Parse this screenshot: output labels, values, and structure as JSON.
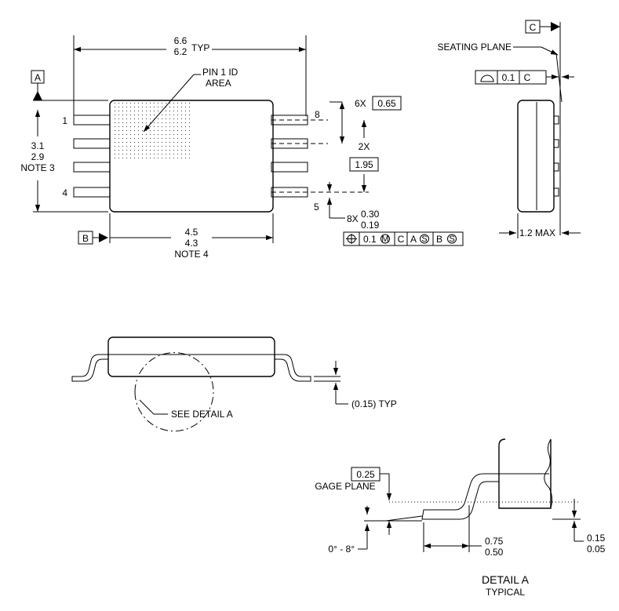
{
  "top_view": {
    "width_max": "6.6",
    "width_min": "6.2",
    "width_suffix": "TYP",
    "datum_a": "A",
    "datum_b": "B",
    "pin1_area_line1": "PIN 1 ID",
    "pin1_area_line2": "AREA",
    "pin_1": "1",
    "pin_4": "4",
    "pin_5": "5",
    "pin_8": "8",
    "length_max": "3.1",
    "length_min": "2.9",
    "length_note": "NOTE 3",
    "body_width_max": "4.5",
    "body_width_min": "4.3",
    "body_width_note": "NOTE 4",
    "pitch_count": "6X",
    "pitch_value": "0.65",
    "span_count": "2X",
    "span_value": "1.95",
    "lead_count": "8X",
    "lead_width_max": "0.30",
    "lead_width_min": "0.19",
    "fcf_tolerance": "0.1",
    "fcf_datum_c": "C",
    "fcf_datum_a": "A",
    "fcf_datum_b": "B"
  },
  "side_view": {
    "datum_c": "C",
    "seating_plane": "SEATING PLANE",
    "flatness_value": "0.1",
    "flatness_datum": "C",
    "height_label": "1.2 MAX"
  },
  "front_view": {
    "lead_thickness": "(0.15) TYP",
    "detail_callout": "SEE DETAIL A"
  },
  "detail_a": {
    "gage_value": "0.25",
    "gage_label": "GAGE PLANE",
    "angle": "0° - 8°",
    "foot_max": "0.75",
    "foot_min": "0.50",
    "standoff_max": "0.15",
    "standoff_min": "0.05",
    "title": "DETAIL A",
    "subtitle": "TYPICAL"
  }
}
